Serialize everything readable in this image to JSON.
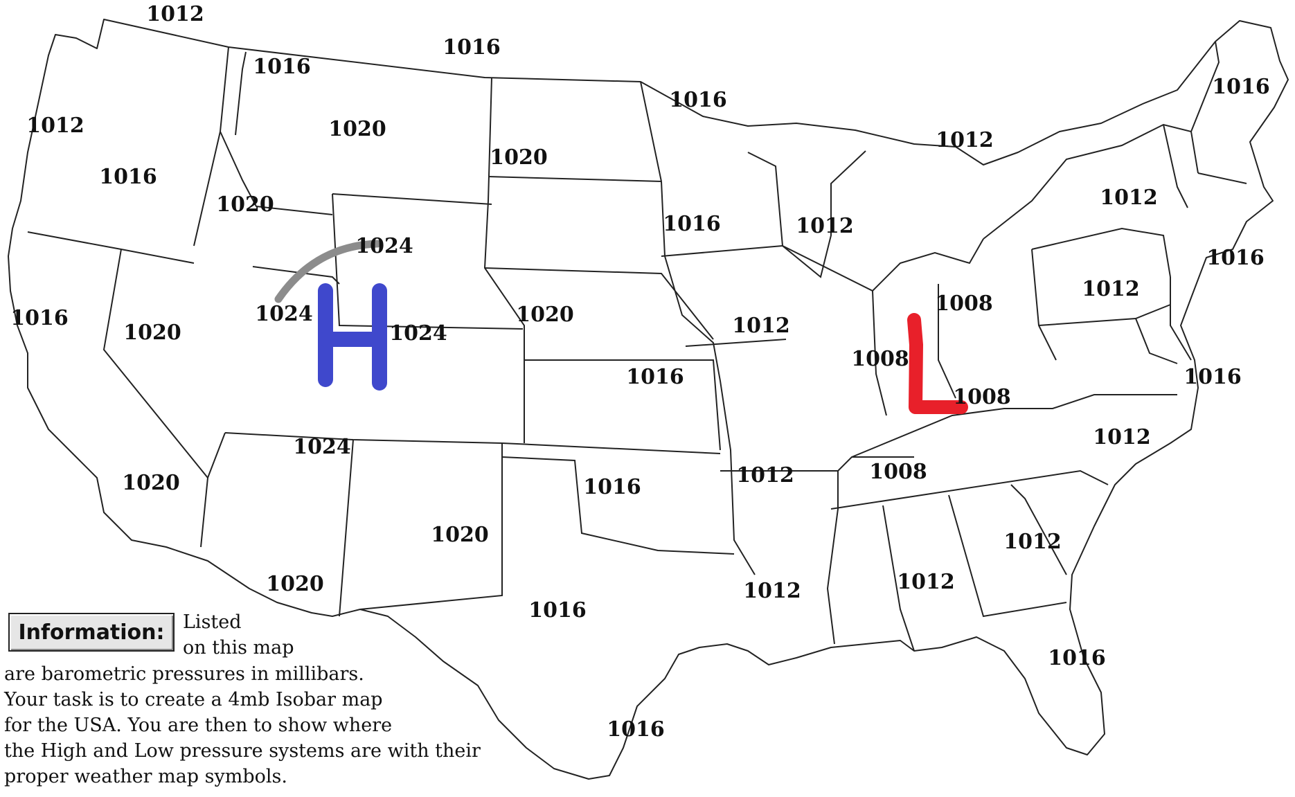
{
  "pressure_labels": [
    {
      "id": "wa-north",
      "text": "1012"
    },
    {
      "id": "wa-west",
      "text": "1012"
    },
    {
      "id": "or",
      "text": "1016"
    },
    {
      "id": "id",
      "text": "1020"
    },
    {
      "id": "mt-west",
      "text": "1016"
    },
    {
      "id": "mt",
      "text": "1020"
    },
    {
      "id": "nd-north",
      "text": "1016"
    },
    {
      "id": "nd",
      "text": "1020"
    },
    {
      "id": "mn",
      "text": "1016"
    },
    {
      "id": "wy",
      "text": "1024"
    },
    {
      "id": "ut-north",
      "text": "1024"
    },
    {
      "id": "co-west",
      "text": "1024"
    },
    {
      "id": "ca",
      "text": "1016"
    },
    {
      "id": "nv",
      "text": "1020"
    },
    {
      "id": "ne",
      "text": "1020"
    },
    {
      "id": "sd-e",
      "text": "1016"
    },
    {
      "id": "wi",
      "text": "1012"
    },
    {
      "id": "mi",
      "text": "1012"
    },
    {
      "id": "ia",
      "text": "1012"
    },
    {
      "id": "ks",
      "text": "1016"
    },
    {
      "id": "ut-south",
      "text": "1024"
    },
    {
      "id": "az",
      "text": "1020"
    },
    {
      "id": "az-south",
      "text": "1020"
    },
    {
      "id": "nm",
      "text": "1020"
    },
    {
      "id": "ok",
      "text": "1016"
    },
    {
      "id": "mo-south",
      "text": "1012"
    },
    {
      "id": "ar",
      "text": "1012"
    },
    {
      "id": "tx",
      "text": "1016"
    },
    {
      "id": "tx-south",
      "text": "1016"
    },
    {
      "id": "oh",
      "text": "1008"
    },
    {
      "id": "in",
      "text": "1008"
    },
    {
      "id": "ky",
      "text": "1008"
    },
    {
      "id": "tn",
      "text": "1008"
    },
    {
      "id": "ms-al",
      "text": "1012"
    },
    {
      "id": "ga",
      "text": "1012"
    },
    {
      "id": "nc",
      "text": "1012"
    },
    {
      "id": "va",
      "text": "1016"
    },
    {
      "id": "fl",
      "text": "1016"
    },
    {
      "id": "pa",
      "text": "1012"
    },
    {
      "id": "ny",
      "text": "1012"
    },
    {
      "id": "nj",
      "text": "1016"
    },
    {
      "id": "me",
      "text": "1016"
    }
  ],
  "pressure_systems": {
    "high": {
      "symbol": "H",
      "color": "#3f48cc"
    },
    "low": {
      "symbol": "L",
      "color": "#e8202a"
    },
    "isobar_color": "#8c8c8c"
  },
  "info": {
    "label": "Information:",
    "lead_line1": "Listed",
    "lead_line2": "on this map",
    "lines": [
      "are barometric pressures in millibars.",
      "Your task is to create a 4mb Isobar map",
      "for the USA. You are then to show where",
      "the High and Low pressure systems are with their",
      "proper weather map symbols."
    ]
  }
}
